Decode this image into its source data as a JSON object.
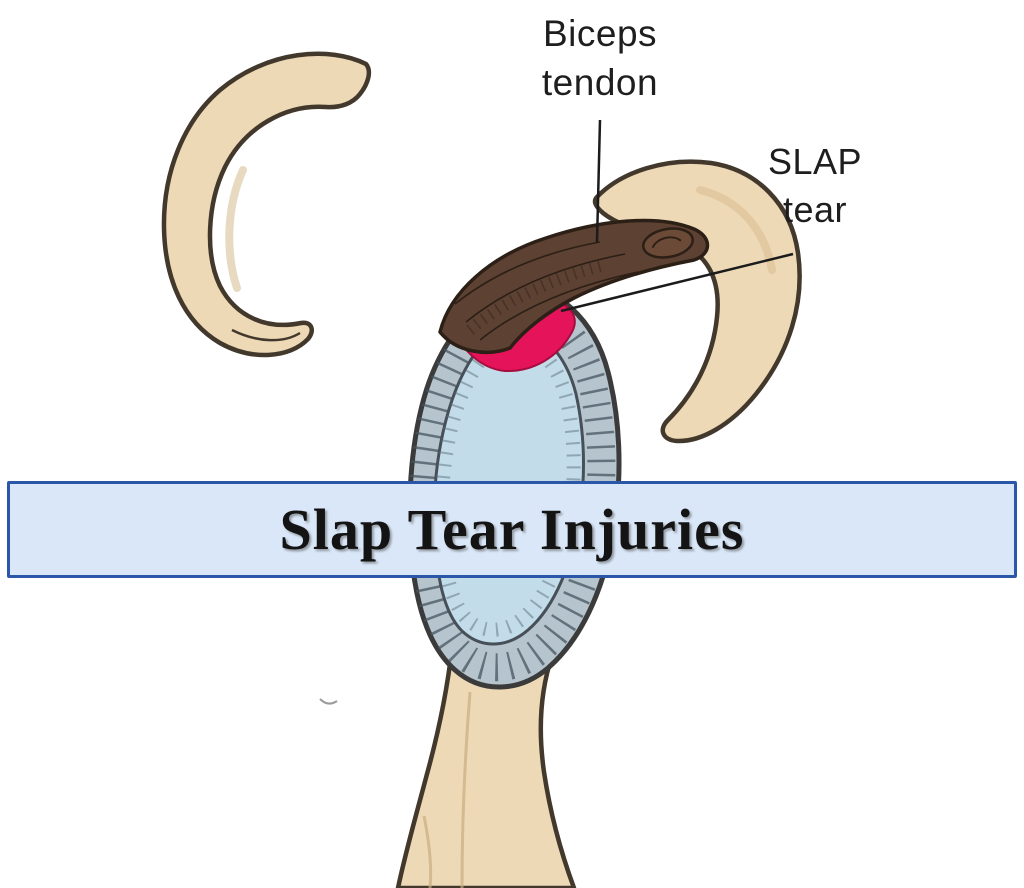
{
  "banner": {
    "title": "Slap Tear Injuries",
    "background_color": "#d9e7f8",
    "border_color": "#2b57a8"
  },
  "labels": {
    "biceps_tendon": "Biceps tendon",
    "slap_tear": "SLAP tear"
  },
  "colors": {
    "bone": "#eed9b6",
    "bone_shading": "#d6ba8e",
    "bone_outline": "#42382c",
    "labrum_ring": "#b5c4cd",
    "cartilage": "#c3dcea",
    "tendon": "#5d4132",
    "tendon_outline": "#2c1f16",
    "tear": "#e5135a",
    "leader_line": "#1b1b1b",
    "label_text": "#1e1e1e",
    "background": "#ffffff"
  }
}
